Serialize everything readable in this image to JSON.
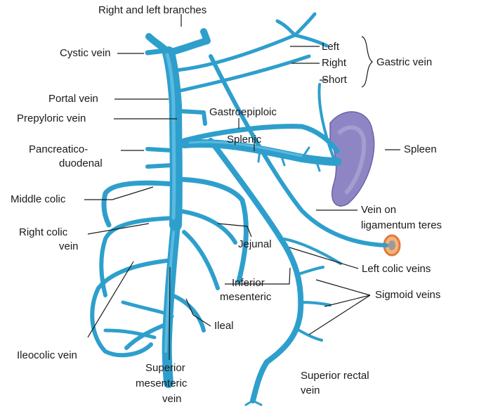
{
  "colors": {
    "vein": "#2e9fcc",
    "vein_highlight": "#7fd0ef",
    "spleen": "#8e86c4",
    "bowel_ring": "#e07a3a",
    "text": "#1a1a1a"
  },
  "labels": {
    "right_left_branches": "Right and left branches",
    "cystic_vein": "Cystic vein",
    "portal_vein": "Portal vein",
    "prepyloric_vein": "Prepyloric vein",
    "pancreaticoduodenal_1": "Pancreatico-",
    "pancreaticoduodenal_2": "duodenal",
    "middle_colic": "Middle colic",
    "right_colic_1": "Right colic",
    "right_colic_2": "vein",
    "ileocolic": "Ileocolic vein",
    "sup_mes_1": "Superior",
    "sup_mes_2": "mesenteric",
    "sup_mes_3": "vein",
    "ileal": "Ileal",
    "jejunal": "Jejunal",
    "inf_mes_1": "Inferior",
    "inf_mes_2": "mesenteric",
    "gastroepiploic": "Gastroepiploic",
    "splenic": "Splenic",
    "left": "Left",
    "right": "Right",
    "short": "Short",
    "gastric_vein": "Gastric vein",
    "spleen": "Spleen",
    "vein_on_1": "Vein on",
    "vein_on_2": "ligamentum teres",
    "left_colic": "Left colic veins",
    "sigmoid": "Sigmoid veins",
    "sup_rectal_1": "Superior rectal",
    "sup_rectal_2": "vein"
  }
}
